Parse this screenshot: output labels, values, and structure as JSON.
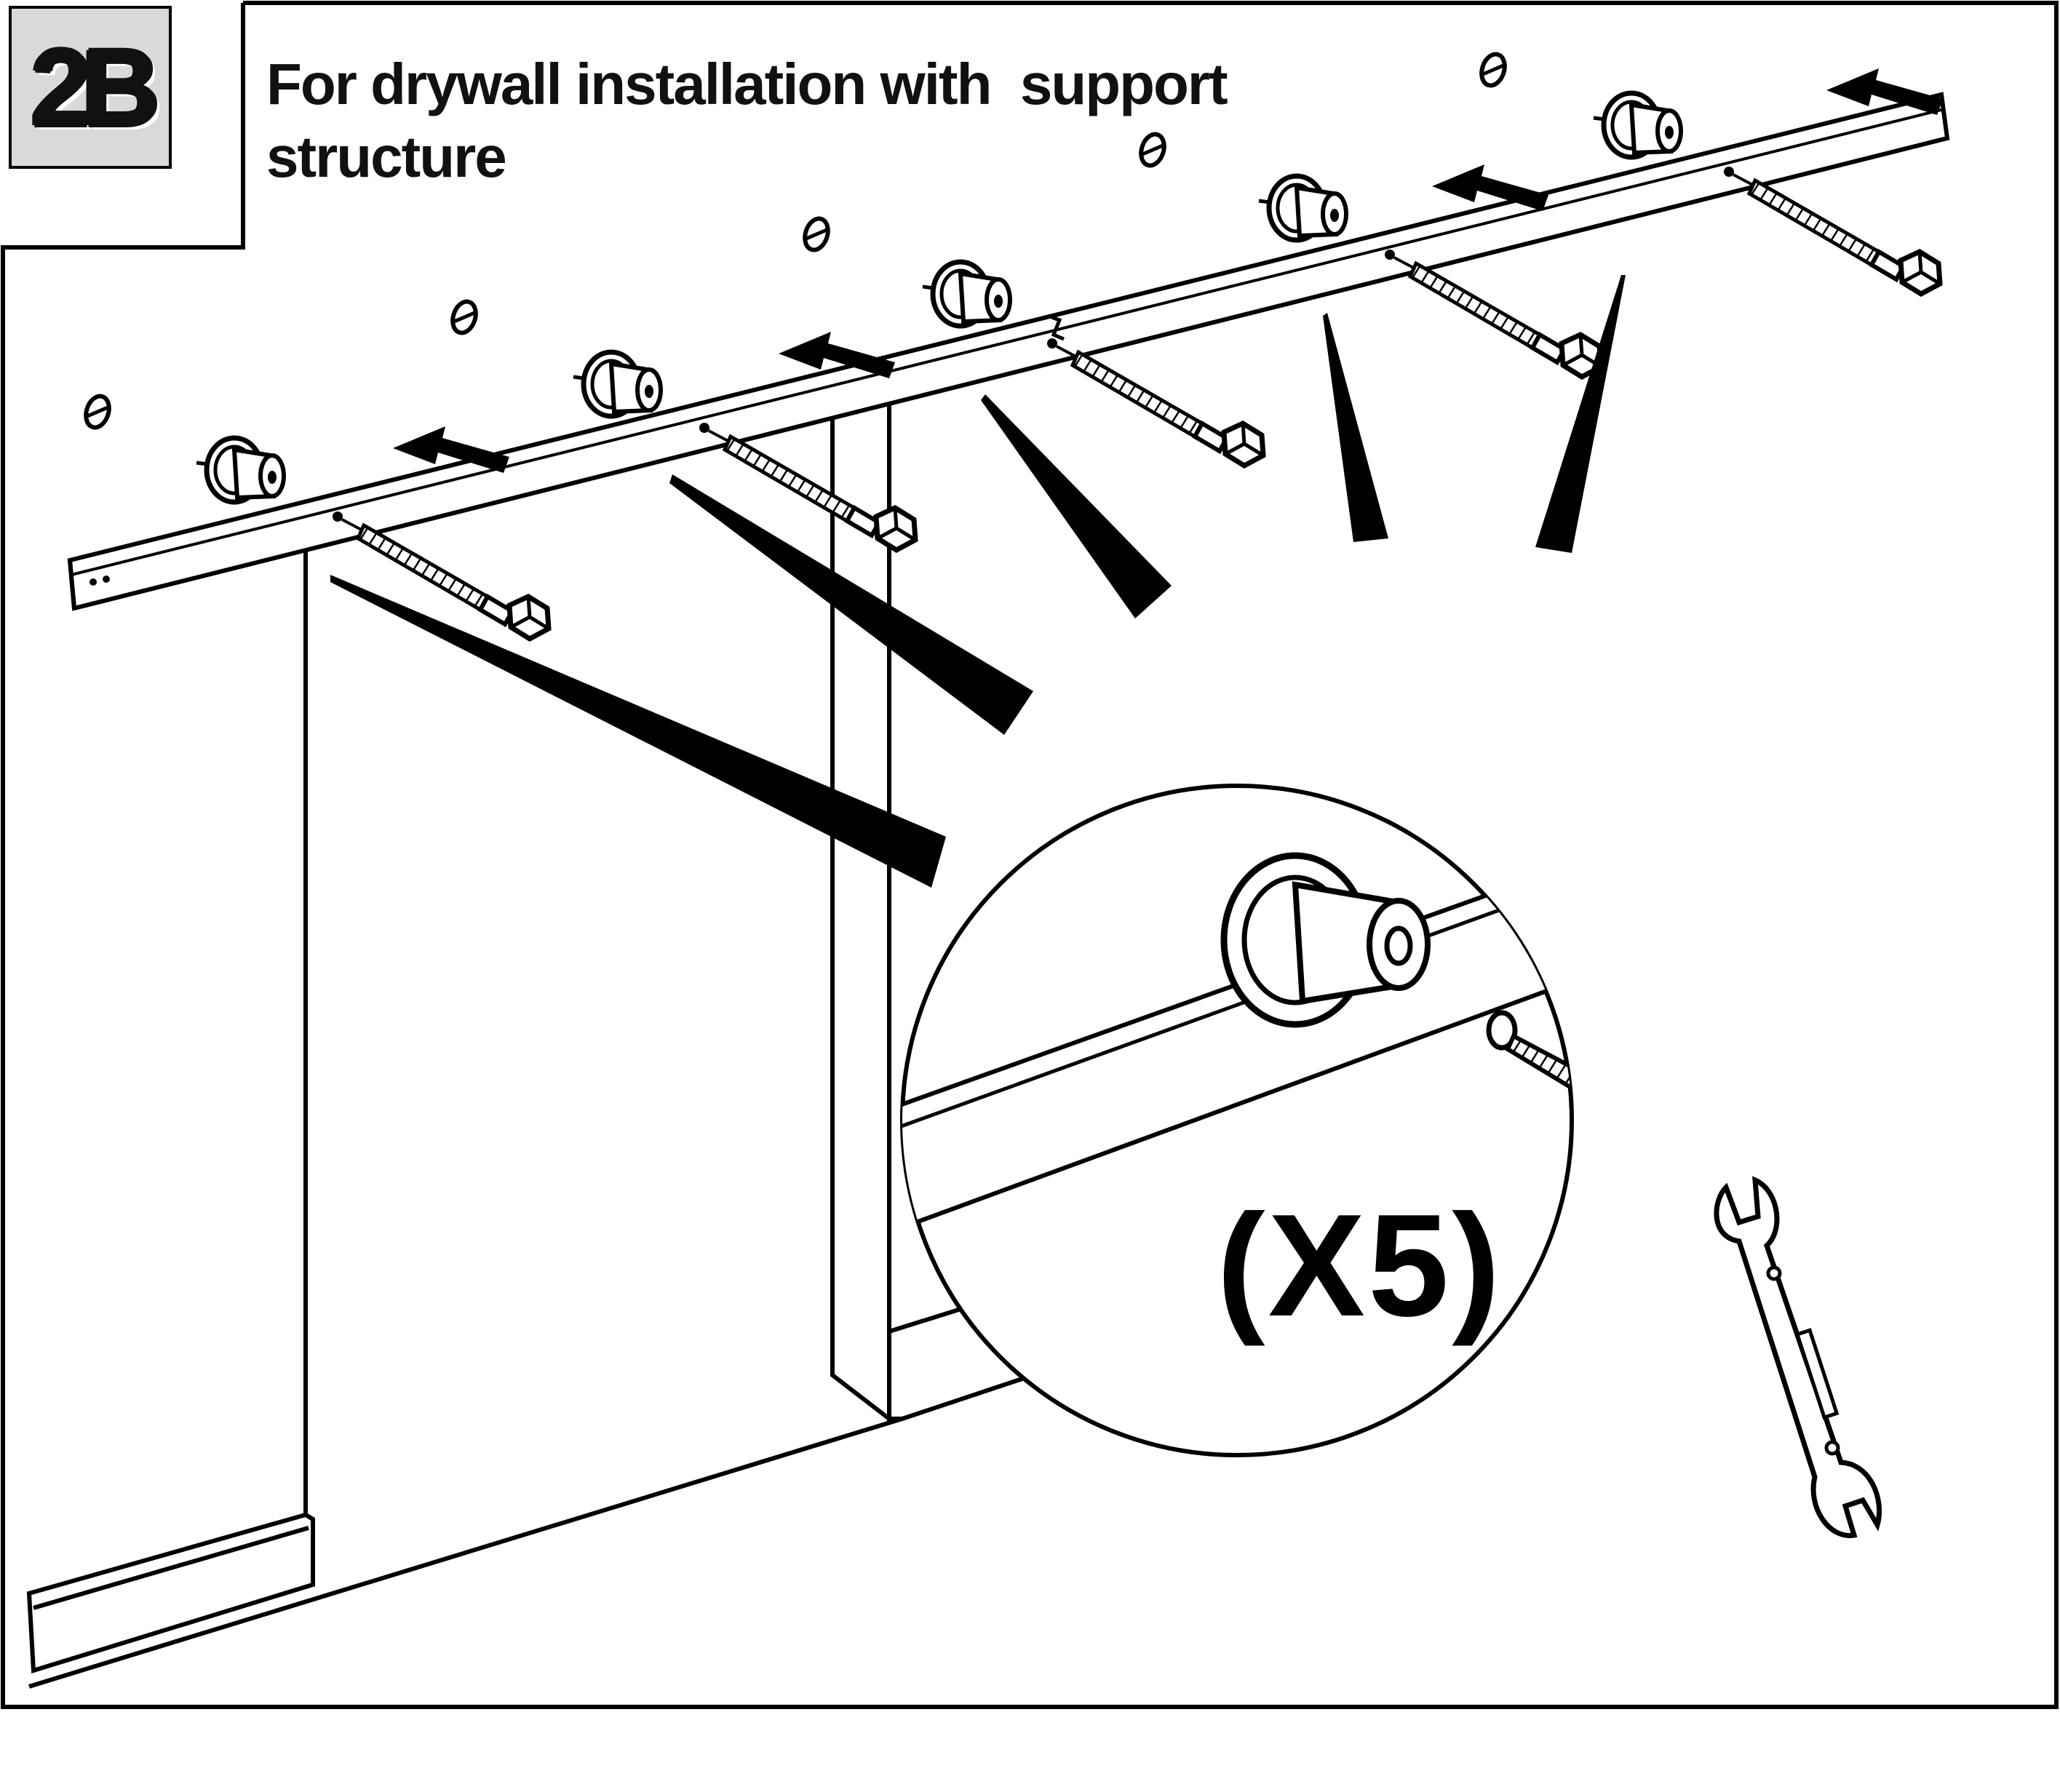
{
  "step": {
    "label": "2B"
  },
  "instruction": {
    "title": "For drywall installation with  support\nstructure"
  },
  "detail": {
    "quantity": "(X5)"
  },
  "icons": [
    "wall-hole-icon",
    "spacer-icon",
    "lag-bolt-icon",
    "push-arrow-icon",
    "wrench-icon",
    "rotate-arrow-icon"
  ],
  "colors": {
    "ink": "#000000",
    "badge_fill": "#d9d9d9",
    "paper": "#ffffff"
  }
}
